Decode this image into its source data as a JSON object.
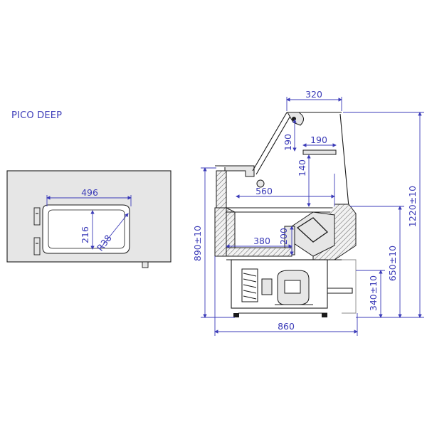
{
  "title": "PICO DEEP",
  "top_view": {
    "dims": {
      "width": "496",
      "height": "216",
      "radius": "R38"
    }
  },
  "side_view": {
    "dims": {
      "top_width": "320",
      "canopy_drop": "190",
      "shelf_width": "190",
      "shelf_height": "140",
      "inner_depth": "560",
      "base_depth": "380",
      "base_height": "200",
      "total_height": "1220±10",
      "work_height": "890±10",
      "front_height": "650±10",
      "bottom_height": "340±10",
      "total_depth": "860"
    }
  },
  "colors": {
    "dimension": "#3b3bb8",
    "outline": "#1a1a1a",
    "fill": "#e6e6e6"
  }
}
